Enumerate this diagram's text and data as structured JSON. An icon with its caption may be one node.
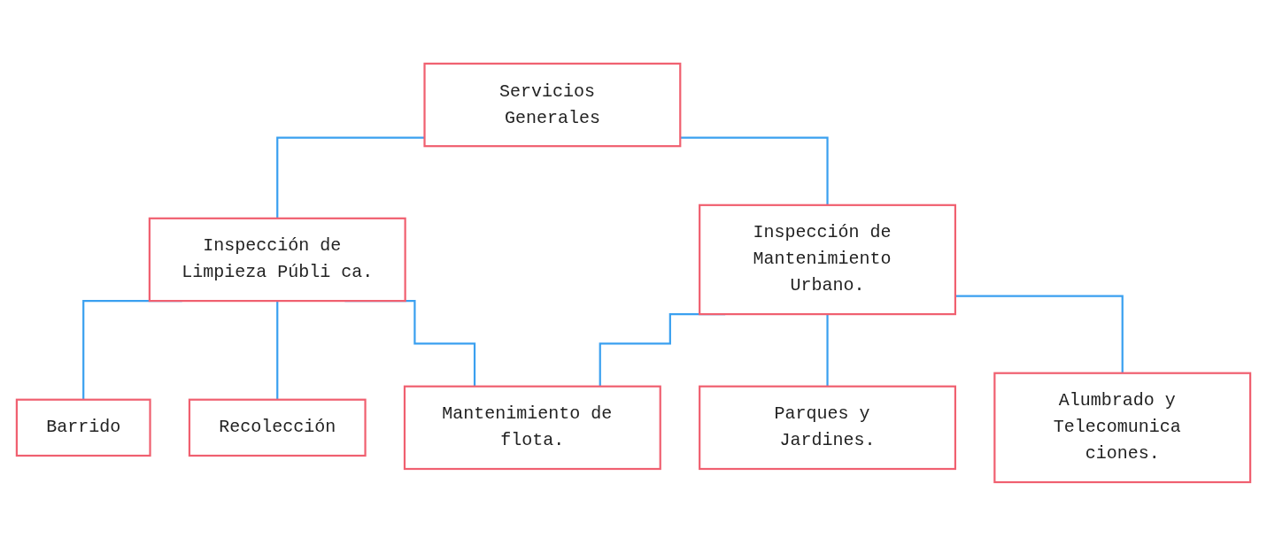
{
  "diagram": {
    "nodes": [
      {
        "text": [
          "Servicios Generales"
        ]
      },
      {
        "text": [
          "Inspección de Limpieza Públi ca."
        ]
      },
      {
        "text": [
          "Inspección de Mantenimiento Urbano."
        ]
      },
      {
        "text": [
          "Barrido"
        ]
      },
      {
        "text": [
          "Recolección"
        ]
      },
      {
        "text": [
          "Mantenimiento de flota."
        ]
      },
      {
        "text": [
          "Parques y Jardines."
        ]
      },
      {
        "text": [
          "Alumbrado y Telecomunica ciones."
        ]
      }
    ],
    "edges": [
      {
        "from": 0,
        "to": 1,
        "arrow": "none"
      },
      {
        "from": 0,
        "to": 2,
        "arrow": "none"
      },
      {
        "from": 1,
        "to": 3,
        "arrow": "none"
      },
      {
        "from": 1,
        "to": 4,
        "arrow": "none"
      },
      {
        "from": 1,
        "to": 5,
        "arrow": "none"
      },
      {
        "from": 2,
        "to": 5,
        "arrow": "none"
      },
      {
        "from": 2,
        "to": 6,
        "arrow": "none"
      },
      {
        "from": 2,
        "to": 7,
        "arrow": "none"
      }
    ]
  }
}
